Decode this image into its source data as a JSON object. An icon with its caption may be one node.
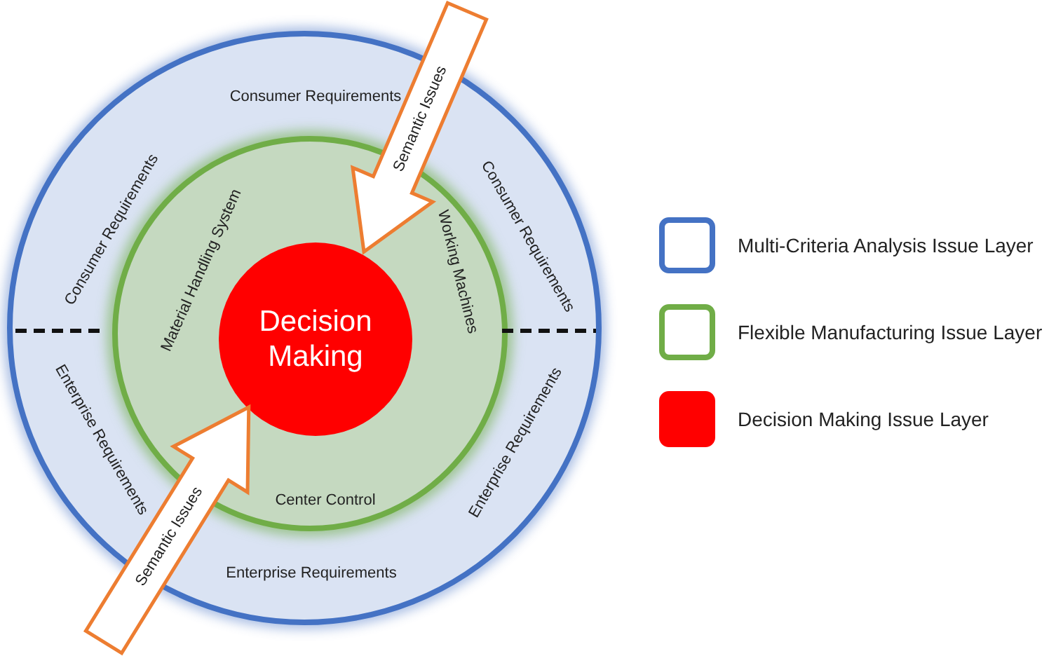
{
  "diagram": {
    "nodes": [
      {
        "text": [
          "Consumer Requirements",
          "Consumer Requirements",
          "Consumer Requirements",
          "Enterprise Requirements",
          "Enterprise Requirements",
          "Enterprise Requirements"
        ]
      },
      {
        "text": [
          "Material Handling System",
          "Working Machines",
          "Center Control"
        ],
        "in": 0
      },
      {
        "text": [
          "Decision Making"
        ],
        "in": 1
      }
    ],
    "edges": [
      {
        "from": null,
        "to": 2,
        "arrow": "to",
        "label": "Semantic Issues"
      },
      {
        "from": null,
        "to": 2,
        "arrow": "to",
        "label": "Semantic Issues"
      }
    ],
    "legend": [
      {
        "text": "Multi-Criteria Analysis Issue Layer",
        "color": "#4472c4"
      },
      {
        "text": "Flexible Manufacturing Issue Layer",
        "color": "#70ad47"
      },
      {
        "text": "Decision Making Issue Layer",
        "color": "#ff0000"
      }
    ]
  }
}
